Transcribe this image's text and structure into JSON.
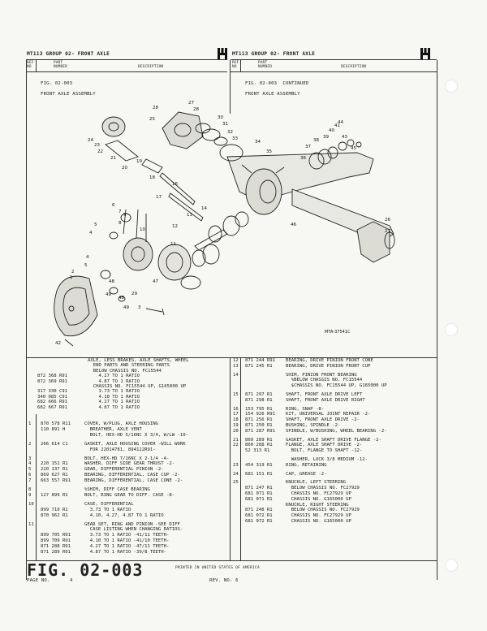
{
  "header_left": {
    "title": "MT113 GROUP 02- FRONT AXLE",
    "col_ref": "REF\nNO",
    "col_part": "PART\nNUMBER",
    "col_desc": "DESCRIPTION"
  },
  "header_right": {
    "title": "MT113 GROUP 02- FRONT AXLE",
    "col_ref": "REF\nNO",
    "col_part": "PART\nNUMBER",
    "col_desc": "DESCRIPTION"
  },
  "left_fig": "FIG. 02-003",
  "left_caption": "FRONT AXLE ASSEMBLY",
  "right_fig": "FIG. 02-003  CONTINUED",
  "right_caption": "FRONT AXLE ASSEMBLY",
  "diagram_code": "MTA-37541C",
  "callouts": [
    "1",
    "2",
    "3",
    "4",
    "5",
    "6",
    "7",
    "8",
    "9",
    "10",
    "11",
    "12",
    "13",
    "14",
    "15",
    "16",
    "17",
    "18",
    "19",
    "20",
    "21",
    "22",
    "23",
    "24",
    "25",
    "26",
    "27",
    "28",
    "29",
    "30",
    "31",
    "32",
    "33",
    "34",
    "35",
    "36",
    "37",
    "38",
    "39",
    "40",
    "41",
    "42",
    "43",
    "44",
    "45",
    "46",
    "47",
    "48",
    "49",
    "26",
    "27",
    "49",
    "48",
    "47",
    "42"
  ],
  "left_parts_intro": [
    {
      "ref": "",
      "part": "",
      "desc": "AXLE, LESS BRAKES, AXLE SHAFTS, WHEEL"
    },
    {
      "ref": "",
      "part": "",
      "desc": "  END PARTS AND STEERING PARTS"
    },
    {
      "ref": "",
      "part": "",
      "desc": "  BELOW CHASSIS NO. FC15544"
    },
    {
      "ref": "",
      "part": "872 368 R91",
      "desc": "    4.27 TO 1 RATIO"
    },
    {
      "ref": "",
      "part": "872 369 R91",
      "desc": "    4.87 TO 1 RATIO"
    },
    {
      "ref": "",
      "part": "",
      "desc": "  CHASSIS NO. FC15544 UP, G165000 UP"
    },
    {
      "ref": "",
      "part": "317 330 C91",
      "desc": "    3.73 TO 1 RATIO"
    },
    {
      "ref": "",
      "part": "340 085 C91",
      "desc": "    4.10 TO 1 RATIO"
    },
    {
      "ref": "",
      "part": "682 666 R91",
      "desc": "    4.27 TO 1 RATIO"
    },
    {
      "ref": "",
      "part": "682 667 R91",
      "desc": "    4.87 TO 1 RATIO"
    }
  ],
  "left_parts": [
    {
      "ref": "1",
      "part": "870 578 R11",
      "desc": "COVER, W/PLUG, AXLE HOUSING"
    },
    {
      "ref": "",
      "part": "110 891 H",
      "desc": "  BREATHER, AXLE VENT"
    },
    {
      "ref": "",
      "part": "",
      "desc": "  BOLT, HEX-HD 5/16NC X 3/4, W/LW -10-"
    },
    {
      "ref": "2",
      "part": "266 614 C1",
      "desc": "GASKET, AXLE HOUSING COVER -WILL WORK"
    },
    {
      "ref": "",
      "part": "",
      "desc": "  FOR 22014781, 894122R91-"
    },
    {
      "ref": "3",
      "part": "",
      "desc": "BOLT, HEX-HD 7/16NC X 2-1/4 -4-"
    },
    {
      "ref": "4",
      "part": "220 151 R1",
      "desc": "WASHER, DIFF SIDE GEAR THRUST -2-"
    },
    {
      "ref": "5",
      "part": "220 137 R1",
      "desc": "GEAR, DIFFERENTIAL PINION -2-"
    },
    {
      "ref": "6",
      "part": "869 627 R1",
      "desc": "BEARING, DIFFERENTIAL, CASE CUP -2-"
    },
    {
      "ref": "7",
      "part": "663 557 R91",
      "desc": "BEARING, DIFFERENTIAL, CASE CONE -2-"
    },
    {
      "ref": "8",
      "part": "",
      "desc": "%SHIM, DIFF CASE BEARING"
    },
    {
      "ref": "9",
      "part": "127 899 R1",
      "desc": "BOLT, RING GEAR TO DIFF. CASE -8-"
    },
    {
      "ref": "10",
      "part": "",
      "desc": "CASE, DIFFERENTIAL"
    },
    {
      "ref": "",
      "part": "899 710 R1",
      "desc": "  3.73 TO 1 RATIO"
    },
    {
      "ref": "",
      "part": "870 962 R1",
      "desc": "  4.10, 4.27, 4.87 TO 1 RATIO"
    },
    {
      "ref": "11",
      "part": "",
      "desc": "GEAR SET, RING AND PINION -SEE DIFF"
    },
    {
      "ref": "",
      "part": "",
      "desc": "  CASE LISTING WHEN CHANGING RATIOS-"
    },
    {
      "ref": "",
      "part": "899 705 R91",
      "desc": "  3.73 TO 1 RATIO -41/11 TEETH-"
    },
    {
      "ref": "",
      "part": "899 709 R91",
      "desc": "  4.10 TO 1 RATIO -41/10 TEETH-"
    },
    {
      "ref": "",
      "part": "871 288 R91",
      "desc": "  4.27 TO 1 RATIO -47/11 TEETH-"
    },
    {
      "ref": "",
      "part": "871 289 R91",
      "desc": "  4.87 TO 1 RATIO -39/8 TEETH-"
    }
  ],
  "right_parts": [
    {
      "ref": "12",
      "part": "871 244 R91",
      "desc": "BEARING, DRIVE PINION FRONT CONE"
    },
    {
      "ref": "13",
      "part": "871 245 R1",
      "desc": "BEARING, DRIVE PINION FRONT CUP"
    },
    {
      "ref": "14",
      "part": "",
      "desc": "SHIM, PINION FRONT BEARING"
    },
    {
      "ref": "",
      "part": "",
      "desc": "  %BELOW CHASSIS NO. FC15544"
    },
    {
      "ref": "",
      "part": "",
      "desc": "  $CHASSIS NO. FC15544 UP, G165000 UP"
    },
    {
      "ref": "15",
      "part": "871 297 R1",
      "desc": "SHAFT, FRONT AXLE DRIVE LEFT"
    },
    {
      "ref": "",
      "part": "871 298 R1",
      "desc": "SHAFT, FRONT AXLE DRIVE RIGHT"
    },
    {
      "ref": "16",
      "part": "153 795 R1",
      "desc": "RING, SNAP -8-"
    },
    {
      "ref": "17",
      "part": "154 926 R91",
      "desc": "KIT, UNIVERSAL JOINT REPAIR -2-"
    },
    {
      "ref": "18",
      "part": "871 256 R1",
      "desc": "SHAFT, FRONT AXLE DRIVE -2-"
    },
    {
      "ref": "19",
      "part": "871 250 R1",
      "desc": "BUSHING, SPINDLE -2-"
    },
    {
      "ref": "20",
      "part": "871 287 R91",
      "desc": "SPINDLE, W/BUSHING, WHEEL BEARING -2-"
    },
    {
      "ref": "21",
      "part": "860 289 R1",
      "desc": "GASKET, AXLE SHAFT DRIVE FLANGE -2-"
    },
    {
      "ref": "22",
      "part": "860 288 R1",
      "desc": "FLANGE, AXLE SHAFT DRIVE -2-"
    },
    {
      "ref": "",
      "part": "52 313 R1",
      "desc": "  BOLT, FLANGE TO SHAFT -12-"
    },
    {
      "ref": "",
      "part": "",
      "desc": "  WASHER, LOCK 3/8 MEDIUM -12-"
    },
    {
      "ref": "23",
      "part": "454 319 R1",
      "desc": "RING, RETAINING"
    },
    {
      "ref": "24",
      "part": "681 151 R1",
      "desc": "CAP, GREASE -2-"
    },
    {
      "ref": "25",
      "part": "",
      "desc": "KNUCKLE, LEFT STEERING"
    },
    {
      "ref": "",
      "part": "871 247 R1",
      "desc": "  BELOW CHASSIS NO. FC27929"
    },
    {
      "ref": "",
      "part": "681 071 R1",
      "desc": "  CHASSIS NO. FC27929 UP"
    },
    {
      "ref": "",
      "part": "681 071 R1",
      "desc": "  CHASSIS NO. G165000 UP"
    },
    {
      "ref": "",
      "part": "",
      "desc": "KNUCKLE, RIGHT STEERING"
    },
    {
      "ref": "",
      "part": "871 248 R1",
      "desc": "  BELOW CHASSIS NO. FC27929"
    },
    {
      "ref": "",
      "part": "681 072 R1",
      "desc": "  CHASSIS NO. FC27929 UP"
    },
    {
      "ref": "",
      "part": "681 072 R1",
      "desc": "  CHASSIS NO. G165000 UP"
    }
  ],
  "footer": {
    "fig": "FIG. 02-003",
    "page_label": "PAGE NO.",
    "page_no": "4",
    "printed": "PRINTED IN UNITED STATES OF AMERICA",
    "rev": "REV. NO. 6"
  }
}
